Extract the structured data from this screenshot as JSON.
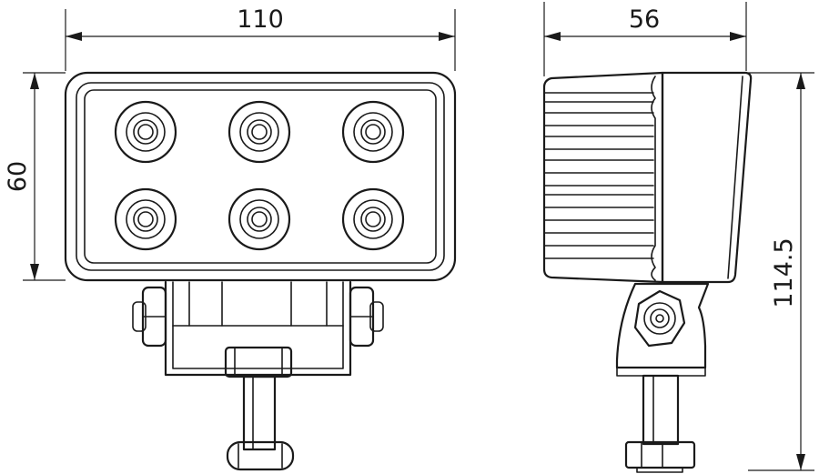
{
  "dimensions": {
    "front_width": "110",
    "front_height": "60",
    "side_depth": "56",
    "side_total_height": "114.5"
  }
}
